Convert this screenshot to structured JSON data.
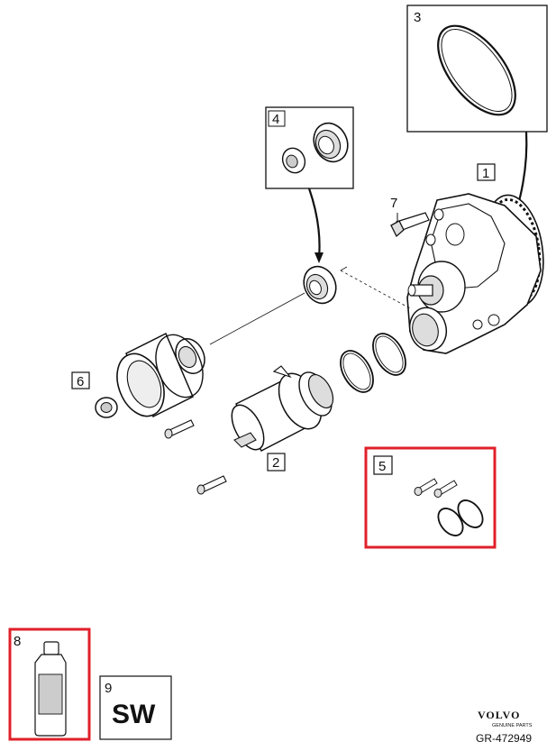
{
  "callouts": {
    "c1": "1",
    "c2": "2",
    "c3": "3",
    "c4": "4",
    "c5": "5",
    "c6": "6",
    "c7": "7",
    "c8": "8",
    "c9": "9"
  },
  "kit_label": "SW",
  "brand": {
    "name": "VOLVO",
    "tagline": "GENUINE PARTS"
  },
  "figure_code": "GR-472949",
  "highlight_color": "#e0202a"
}
